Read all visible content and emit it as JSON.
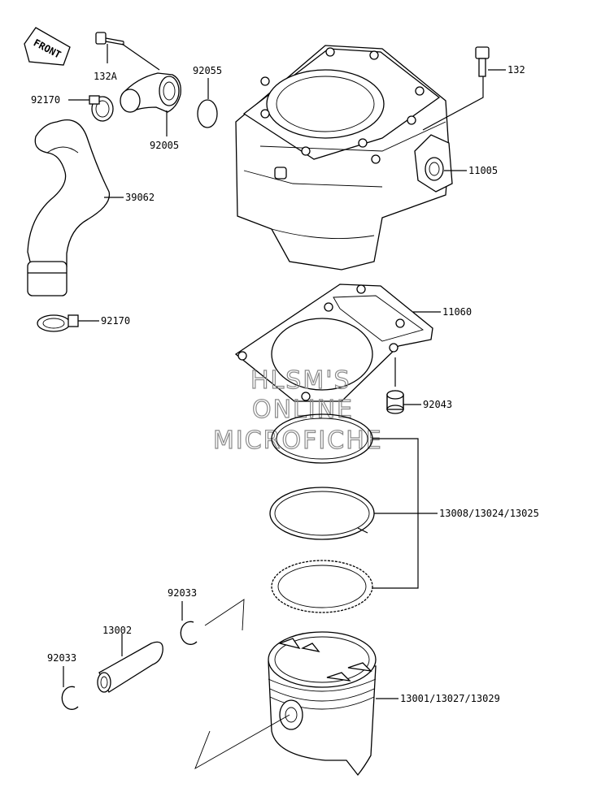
{
  "front_badge": "FRONT",
  "watermark": [
    "HLSM'S",
    "ONLINE",
    "MICROFICHE"
  ],
  "labels": {
    "p132A": "132A",
    "p92055": "92055",
    "p92170_top": "92170",
    "p92005": "92005",
    "p39062": "39062",
    "p92170_bottom": "92170",
    "p132": "132",
    "p11005": "11005",
    "p11060": "11060",
    "p92043": "92043",
    "p13008": "13008/13024/13025",
    "p92033_right": "92033",
    "p13002": "13002",
    "p92033_left": "92033",
    "p13001": "13001/13027/13029"
  }
}
